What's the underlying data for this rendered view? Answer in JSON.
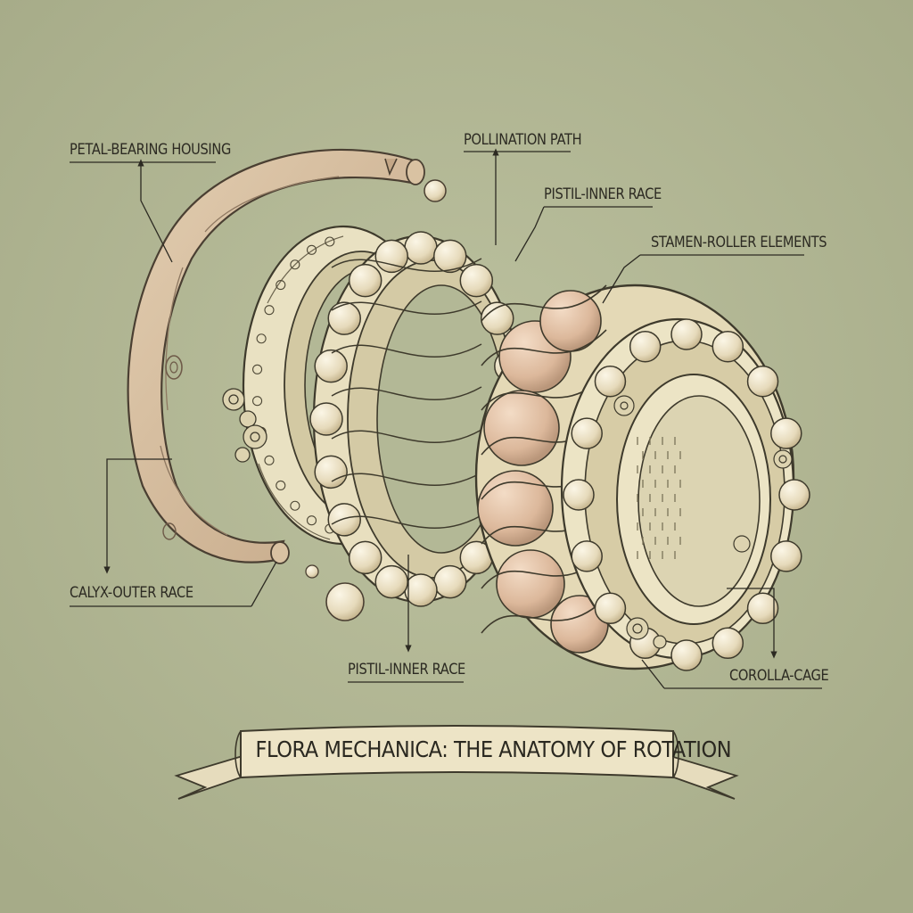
{
  "labels": {
    "petal_bearing_housing": "PETAL-BEARING HOUSING",
    "pollination_path": "POLLINATION PATH",
    "pistil_inner_race_top": "PISTIL-INNER RACE",
    "stamen_roller_elements": "STAMEN-ROLLER ELEMENTS",
    "calyx_outer_race": "CALYX-OUTER RACE",
    "pistil_inner_race_bottom": "PISTIL-INNER RACE",
    "corolla_cage": "COROLLA-CAGE"
  },
  "banner": {
    "title": "FLORA MECHANICA: THE ANATOMY OF ROTATION"
  },
  "colors": {
    "background": "#b3b896",
    "wood": "#d6bfa0",
    "metal_light": "#ece4c5",
    "metal_shade": "#c9bf98",
    "ball": "#ece1c4",
    "petal_sphere": "#e0bfa4",
    "ink": "#2c2a22"
  }
}
